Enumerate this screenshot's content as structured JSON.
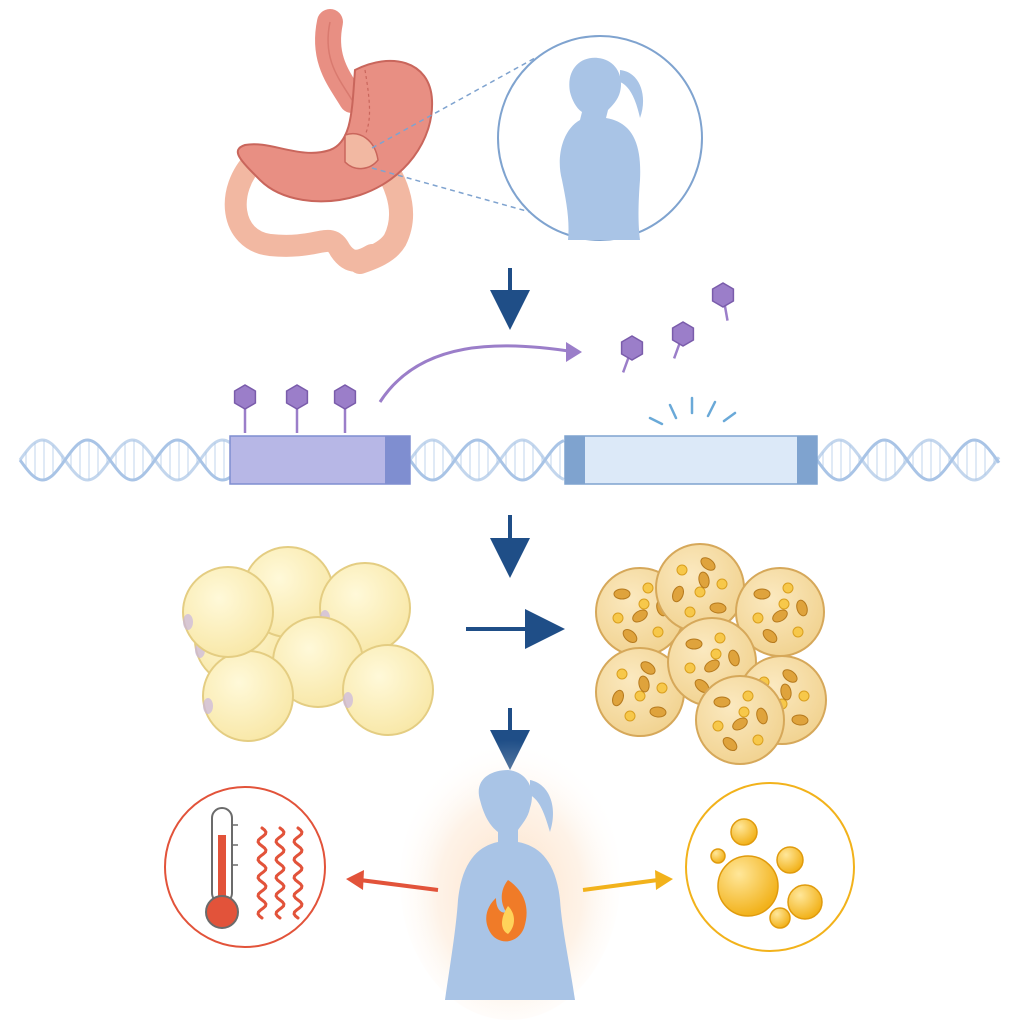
{
  "diagram": {
    "colors": {
      "background": "#ffffff",
      "stomach": "#e88f83",
      "stomach_outline": "#c9665c",
      "intestine": "#f2b8a2",
      "silhouette": "#a9c4e6",
      "dna_strand": "#a9c4e6",
      "gene_box_methylated": "#b7b7e6",
      "gene_box_active": "#dce9f8",
      "gene_box_edge": "#7f8ed0",
      "methyl_group": "#9b7ec9",
      "process_arrow": "#1f4e87",
      "white_fat_cell": "#fbeeb0",
      "beige_fat_cell": "#f6dca0",
      "mitochondria": "#dfa33c",
      "heat_accent": "#e2533a",
      "lipid_accent": "#f2b21b",
      "flame": "#f07b28"
    },
    "icons": {
      "stomach": "stomach-with-sleeve-icon",
      "person": "female-silhouette-icon",
      "methyl": "methyl-group-icon",
      "dna": "dna-double-helix-icon",
      "signal": "expression-burst-icon",
      "white_fat": "white-adipocyte-cluster-icon",
      "beige_fat": "beige-adipocyte-cluster-icon",
      "flame": "flame-icon",
      "thermometer": "thermometer-icon",
      "heat": "heat-waves-icon",
      "lipid": "lipid-droplets-icon"
    },
    "counts": {
      "methyl_groups_on_gene": 3,
      "released_methyl_groups": 3,
      "white_fat_cells": 7,
      "beige_fat_cells": 7,
      "lipid_droplets": 6,
      "heat_waves": 3
    }
  }
}
